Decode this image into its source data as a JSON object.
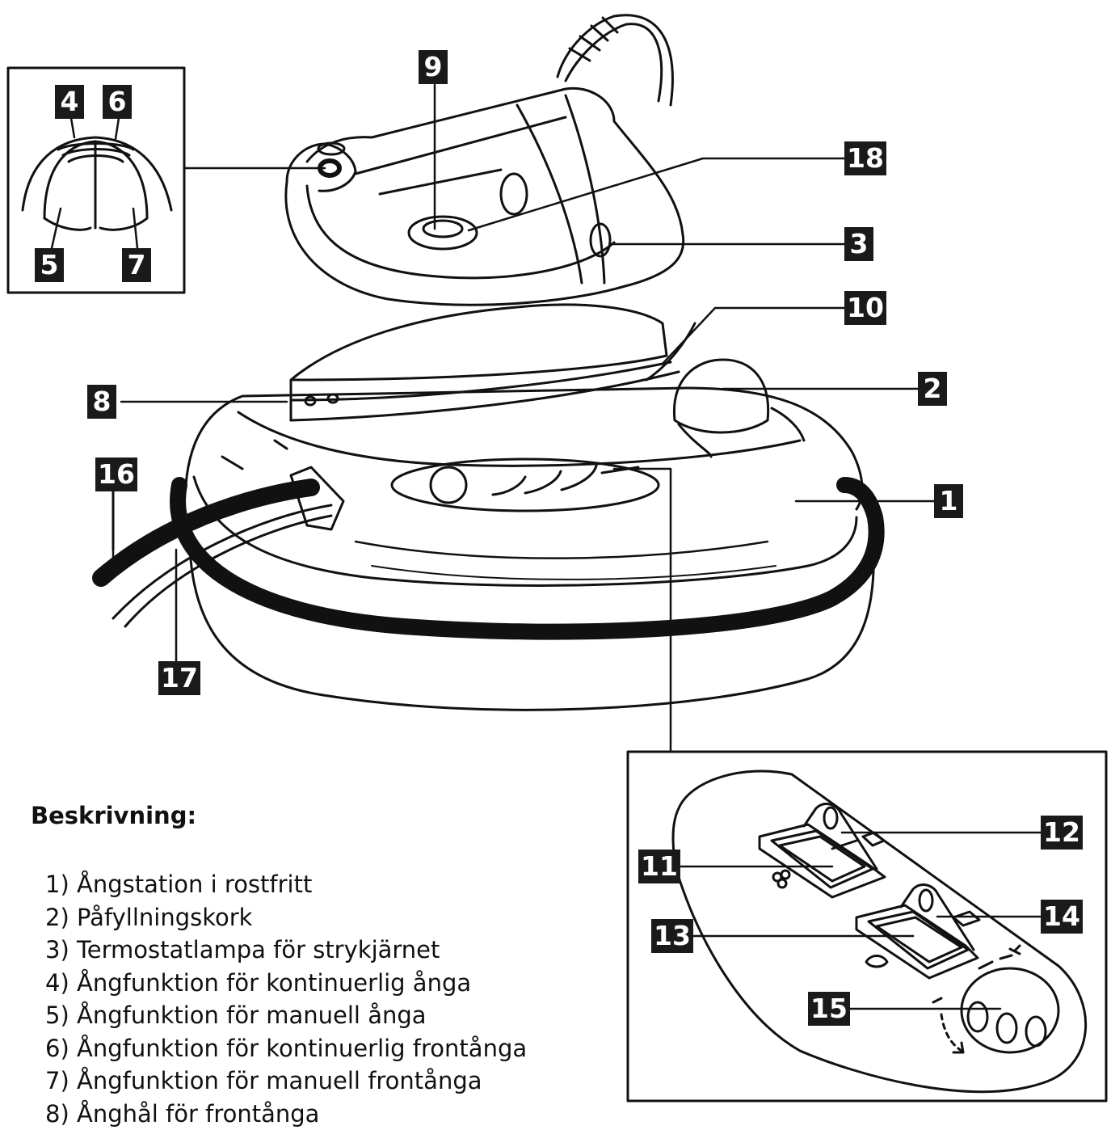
{
  "description": {
    "heading": "Beskrivning:",
    "items": [
      "1) Ångstation i rostfritt",
      "2) Påfyllningskork",
      "3) Termostatlampa för strykjärnet",
      "4) Ångfunktion för kontinuerlig ånga",
      "5) Ångfunktion för manuell ånga",
      "6) Ångfunktion för kontinuerlig frontånga",
      "7) Ångfunktion för manuell frontånga",
      "8) Ånghål för frontånga"
    ]
  },
  "callouts": {
    "c1": "1",
    "c2": "2",
    "c3": "3",
    "c4": "4",
    "c5": "5",
    "c6": "6",
    "c7": "7",
    "c8": "8",
    "c9": "9",
    "c10": "10",
    "c11": "11",
    "c12": "12",
    "c13": "13",
    "c14": "14",
    "c15": "15",
    "c16": "16",
    "c17": "17",
    "c18": "18"
  }
}
